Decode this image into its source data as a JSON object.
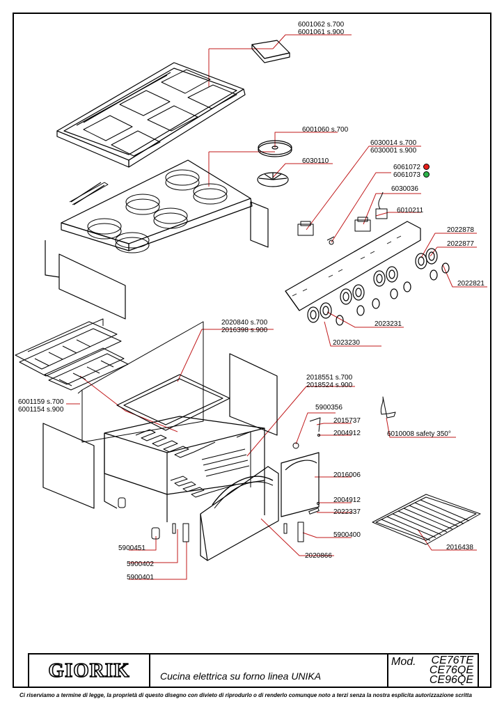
{
  "labels": [
    {
      "id": "cover",
      "lines": [
        "6001062  s.700",
        "6001061  s.900"
      ]
    },
    {
      "id": "hotplate",
      "lines": [
        "6001060  s.700"
      ]
    },
    {
      "id": "plate-base",
      "lines": [
        "6030110"
      ]
    },
    {
      "id": "switch",
      "lines": [
        "6030014  s.700",
        "6030001  s.900"
      ]
    },
    {
      "id": "lamp",
      "lines": [
        "6061072",
        "6061073"
      ]
    },
    {
      "id": "thermostat",
      "lines": [
        "6030036"
      ]
    },
    {
      "id": "thermo-probe",
      "lines": [
        "6010211"
      ]
    },
    {
      "id": "knob-a",
      "lines": [
        "2022878"
      ]
    },
    {
      "id": "knob-b",
      "lines": [
        "2022877"
      ]
    },
    {
      "id": "knob-c",
      "lines": [
        "2022821"
      ]
    },
    {
      "id": "knob-d",
      "lines": [
        "2023231"
      ]
    },
    {
      "id": "knob-e",
      "lines": [
        "2023230"
      ]
    },
    {
      "id": "oven-top",
      "lines": [
        "2020840  s.700",
        "2016398  s.900"
      ]
    },
    {
      "id": "heater",
      "lines": [
        "6001159  s.700",
        "6001154  s.900"
      ]
    },
    {
      "id": "rail",
      "lines": [
        "2018551  s.700",
        "2018524  s.900"
      ]
    },
    {
      "id": "screw",
      "lines": [
        "5900356"
      ]
    },
    {
      "id": "bracket",
      "lines": [
        "2015737"
      ]
    },
    {
      "id": "washer-a",
      "lines": [
        "2004912"
      ]
    },
    {
      "id": "safety",
      "lines": [
        "6010008  safety 350°"
      ]
    },
    {
      "id": "door-small",
      "lines": [
        "2016006"
      ]
    },
    {
      "id": "washer-b",
      "lines": [
        "2004912"
      ]
    },
    {
      "id": "hinge",
      "lines": [
        "2022337"
      ]
    },
    {
      "id": "hinge-set",
      "lines": [
        "5900400"
      ]
    },
    {
      "id": "grid",
      "lines": [
        "2016438"
      ]
    },
    {
      "id": "door-main",
      "lines": [
        "2020866"
      ]
    },
    {
      "id": "foot",
      "lines": [
        "5900451"
      ]
    },
    {
      "id": "hinge-l1",
      "lines": [
        "5900402"
      ]
    },
    {
      "id": "hinge-l2",
      "lines": [
        "5900401"
      ]
    }
  ],
  "lamp_colors": [
    "#e8211c",
    "#2db34a"
  ],
  "titleblock": {
    "logo": "GIORIK",
    "description": "Cucina elettrica su forno linea UNIKA",
    "mod_label": "Mod.",
    "models": [
      "CE76TE",
      "CE76QE",
      "CE96QE"
    ]
  },
  "footer": "Ci riserviamo a termine di legge, la proprietà di questo disegno con divieto di riprodurlo o di renderlo comunque noto a terzi senza la nostra esplicita autorizzazione scritta"
}
